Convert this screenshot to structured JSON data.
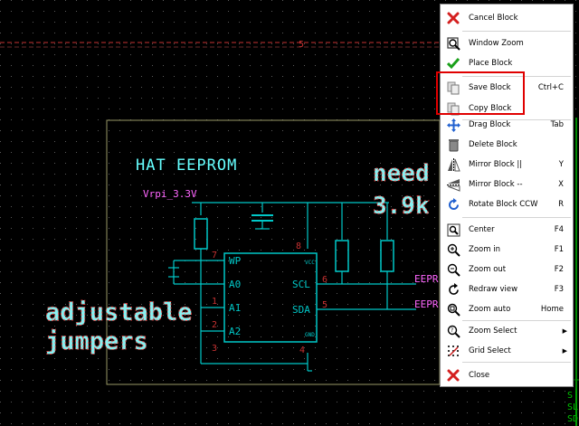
{
  "schematic": {
    "title_text": "HAT EEPROM",
    "power_label": "Vrpi_3.3V",
    "pins_left": [
      "WP",
      "A0",
      "A1",
      "A2"
    ],
    "pins_right": [
      "SCL",
      "SDA"
    ],
    "pin_numbers": [
      "8",
      "7",
      "1",
      "2",
      "3",
      "6",
      "5",
      "4"
    ],
    "gnd_text": "GND",
    "vcc_text": "VCC",
    "net_labels": [
      "EEPR",
      "EEPR"
    ],
    "sheet_label": "5",
    "note_adjustable": [
      "adjustable",
      "jumpers"
    ],
    "note_need": [
      "need",
      "3.9k"
    ],
    "edge_text": [
      "S",
      "SL",
      "SD"
    ],
    "colors": {
      "background": "#000000",
      "wire": "#00c8c8",
      "component": "#c83232",
      "label_pink": "#ff66ff",
      "text_cyan": "#66ffff",
      "sheet_border": "#999966"
    }
  },
  "context_menu": {
    "items": [
      {
        "label": "Cancel Block",
        "shortcut": "",
        "icon": "cancel-x-icon"
      },
      {
        "label": "Window Zoom",
        "shortcut": "",
        "icon": "window-zoom-icon"
      },
      {
        "label": "Place Block",
        "shortcut": "",
        "icon": "checkmark-icon"
      },
      {
        "label": "Save Block",
        "shortcut": "Ctrl+C",
        "icon": "save-block-icon"
      },
      {
        "label": "Copy Block",
        "shortcut": "",
        "icon": "copy-block-icon"
      },
      {
        "label": "Drag Block",
        "shortcut": "Tab",
        "icon": "drag-arrows-icon"
      },
      {
        "label": "Delete Block",
        "shortcut": "",
        "icon": "trash-icon"
      },
      {
        "label": "Mirror Block ||",
        "shortcut": "Y",
        "icon": "mirror-vertical-icon"
      },
      {
        "label": "Mirror Block --",
        "shortcut": "X",
        "icon": "mirror-horizontal-icon"
      },
      {
        "label": "Rotate Block CCW",
        "shortcut": "R",
        "icon": "rotate-ccw-icon"
      },
      {
        "label": "Center",
        "shortcut": "F4",
        "icon": "center-icon"
      },
      {
        "label": "Zoom in",
        "shortcut": "F1",
        "icon": "zoom-in-icon"
      },
      {
        "label": "Zoom out",
        "shortcut": "F2",
        "icon": "zoom-out-icon"
      },
      {
        "label": "Redraw view",
        "shortcut": "F3",
        "icon": "redraw-icon"
      },
      {
        "label": "Zoom auto",
        "shortcut": "Home",
        "icon": "zoom-auto-icon"
      },
      {
        "label": "Zoom Select",
        "shortcut": "",
        "icon": "zoom-select-icon",
        "submenu": true
      },
      {
        "label": "Grid Select",
        "shortcut": "",
        "icon": "grid-select-icon",
        "submenu": true
      },
      {
        "label": "Close",
        "shortcut": "",
        "icon": "cancel-x-icon"
      }
    ],
    "highlight_color": "#e00000"
  }
}
